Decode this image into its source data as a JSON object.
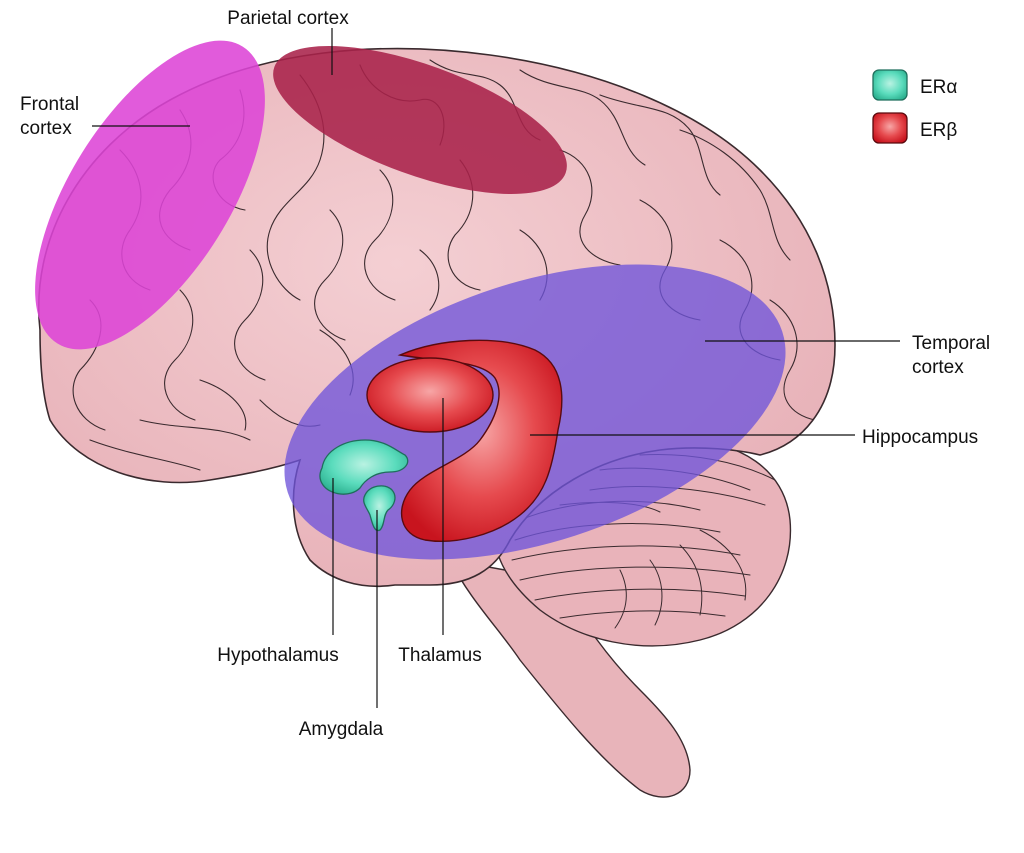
{
  "labels": {
    "parietal": "Parietal cortex",
    "frontal_line1": "Frontal",
    "frontal_line2": "cortex",
    "temporal_line1": "Temporal",
    "temporal_line2": "cortex",
    "hippocampus": "Hippocampus",
    "hypothalamus": "Hypothalamus",
    "thalamus": "Thalamus",
    "amygdala": "Amygdala"
  },
  "legend": [
    {
      "label": "ERα",
      "color": "#4fd8b8"
    },
    {
      "label": "ERβ",
      "color": "#e0303a"
    }
  ],
  "colors": {
    "brain": "#efbfc4",
    "brain_outline": "#3a2a2e",
    "frontal_region": "#dd44d6",
    "parietal_region": "#a8224a",
    "temporal_region": "#7b5fd8",
    "er_alpha": "#4fd8b8",
    "er_beta": "#e0303a"
  }
}
